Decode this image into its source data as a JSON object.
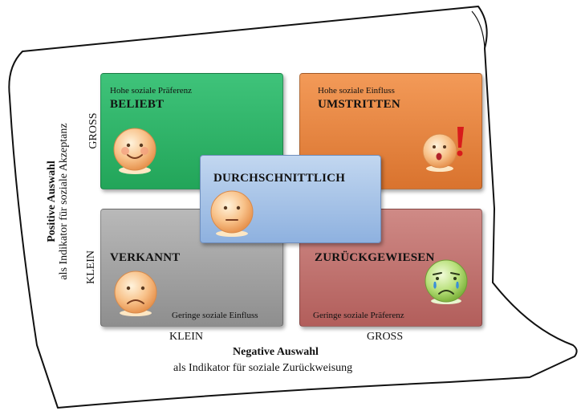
{
  "quadrants": {
    "beliebt": {
      "caption": "Hohe soziale Präferenz",
      "title": "BELIEBT",
      "mood": "happy-face-icon"
    },
    "umstritten": {
      "caption": "Hohe soziale Einfluss",
      "title": "UMSTRITTEN",
      "mood": "surprised-face-icon"
    },
    "durchschnittlich": {
      "title": "DURCHSCHNITTLICH",
      "mood": "neutral-face-icon"
    },
    "verkannt": {
      "caption": "Geringe soziale Einfluss",
      "title": "VERKANNT",
      "mood": "sad-face-icon"
    },
    "zurueckgewiesen": {
      "caption": "Geringe soziale Präferenz",
      "title": "ZURÜCKGEWIESEN",
      "mood": "crying-face-icon"
    }
  },
  "axes": {
    "x": {
      "low": "KLEIN",
      "high": "GROSS",
      "title": "Negative Auswahl",
      "subtitle": "als Indikator für soziale Zurückweisung"
    },
    "y": {
      "low": "KLEIN",
      "high": "GROSS",
      "title": "Positive Auswahl",
      "subtitle": "als Indikator für soziale Akzeptanz"
    }
  },
  "colors": {
    "beliebt": "#2bb466",
    "umstritten": "#e6843e",
    "durchschnittlich": "#a9c4e8",
    "verkannt": "#a3a3a3",
    "zurueckgewiesen": "#c07470"
  }
}
